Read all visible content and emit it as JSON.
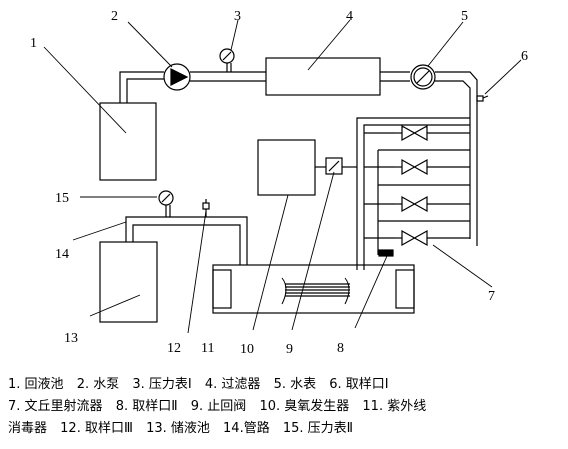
{
  "diagram": {
    "callouts": [
      "1",
      "2",
      "3",
      "4",
      "5",
      "6",
      "7",
      "8",
      "9",
      "10",
      "11",
      "12",
      "13",
      "14",
      "15"
    ]
  },
  "legend": {
    "line1": [
      "1. 回液池",
      "2. 水泵",
      "3. 压力表Ⅰ",
      "4. 过滤器",
      "5. 水表",
      "6. 取样口Ⅰ"
    ],
    "line2": [
      "7. 文丘里射流器",
      "8. 取样口Ⅱ",
      "9. 止回阀",
      "10. 臭氧发生器",
      "11. 紫外线"
    ],
    "line3": [
      "消毒器",
      "12. 取样口Ⅲ",
      "13. 储液池",
      "14.管路",
      "15. 压力表Ⅱ"
    ]
  }
}
